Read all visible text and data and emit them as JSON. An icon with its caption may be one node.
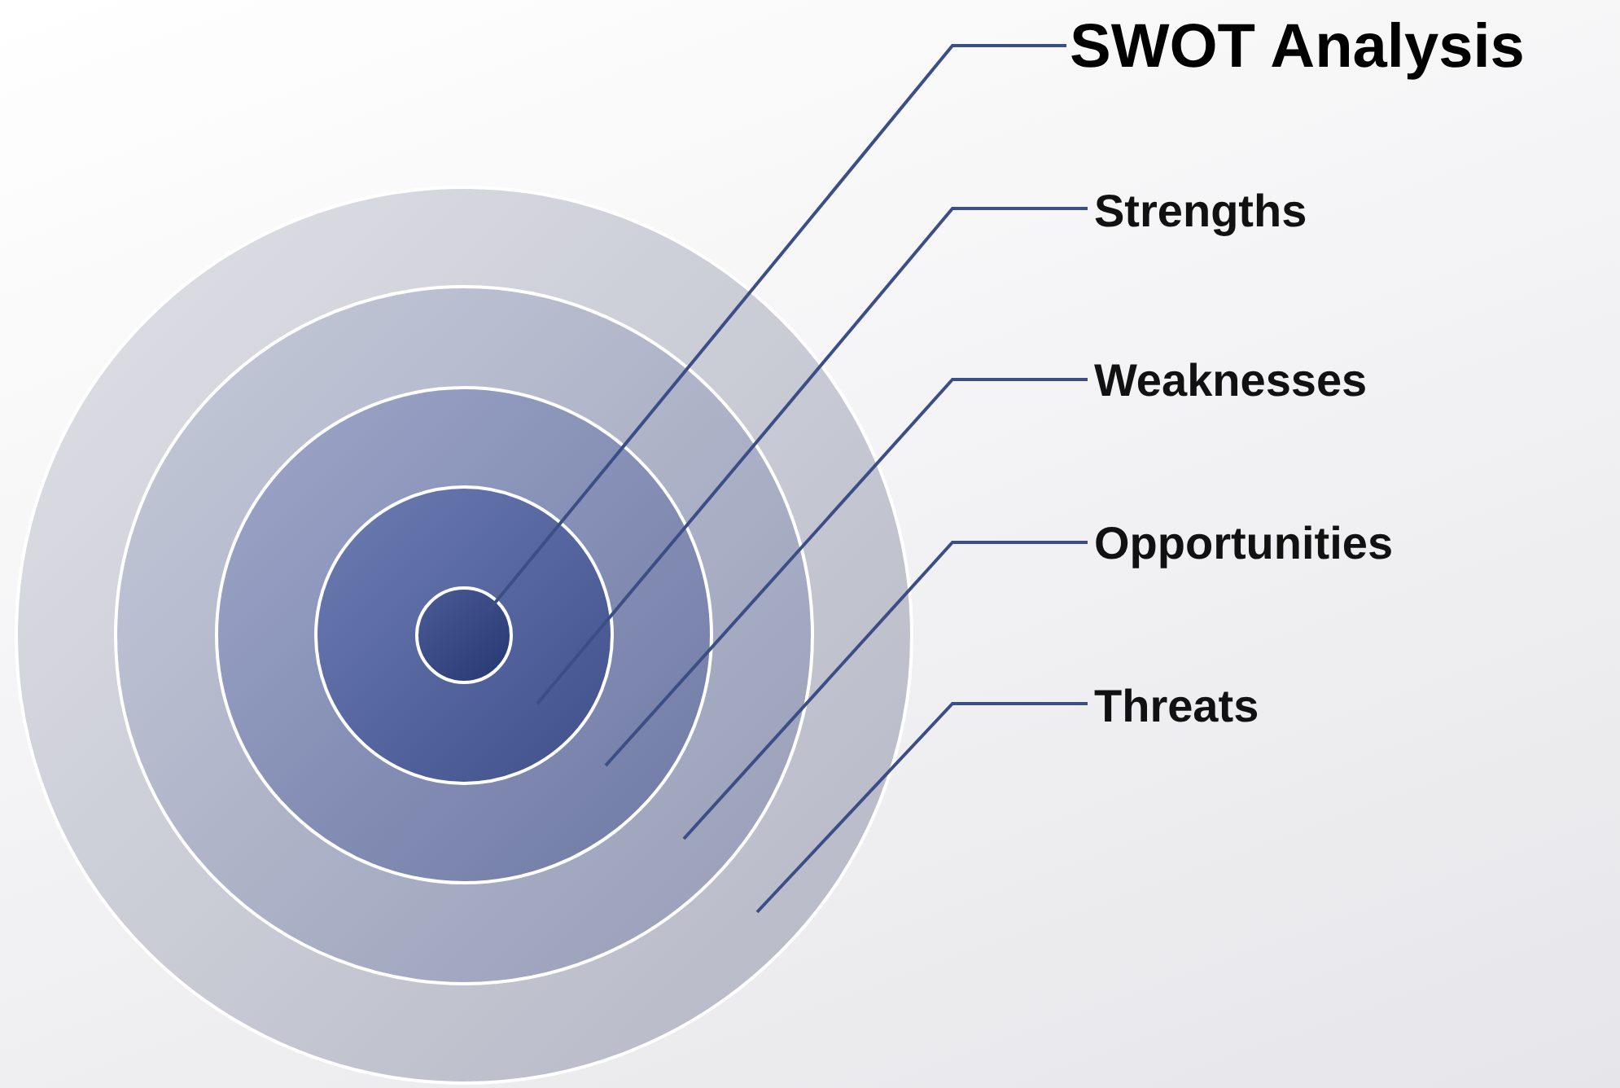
{
  "diagram": {
    "title": "SWOT Analysis",
    "nodes": [
      {
        "text": [
          "Strengths"
        ]
      },
      {
        "text": [
          "Weaknesses"
        ]
      },
      {
        "text": [
          "Opportunities"
        ]
      },
      {
        "text": [
          "Threats"
        ]
      },
      {
        "text": [],
        "shape": "circle"
      },
      {
        "text": [],
        "shape": "circle",
        "in": 4
      },
      {
        "text": [],
        "shape": "circle",
        "in": 5
      },
      {
        "text": [],
        "shape": "circle",
        "in": 6
      },
      {
        "text": [],
        "shape": "circle",
        "in": 7
      }
    ],
    "edges": [
      {
        "from": null,
        "to": 8,
        "arrow": "none"
      },
      {
        "from": 0,
        "to": 7,
        "arrow": "none"
      },
      {
        "from": 1,
        "to": 6,
        "arrow": "none"
      },
      {
        "from": 2,
        "to": 5,
        "arrow": "none"
      },
      {
        "from": 3,
        "to": 4,
        "arrow": "none"
      }
    ]
  }
}
